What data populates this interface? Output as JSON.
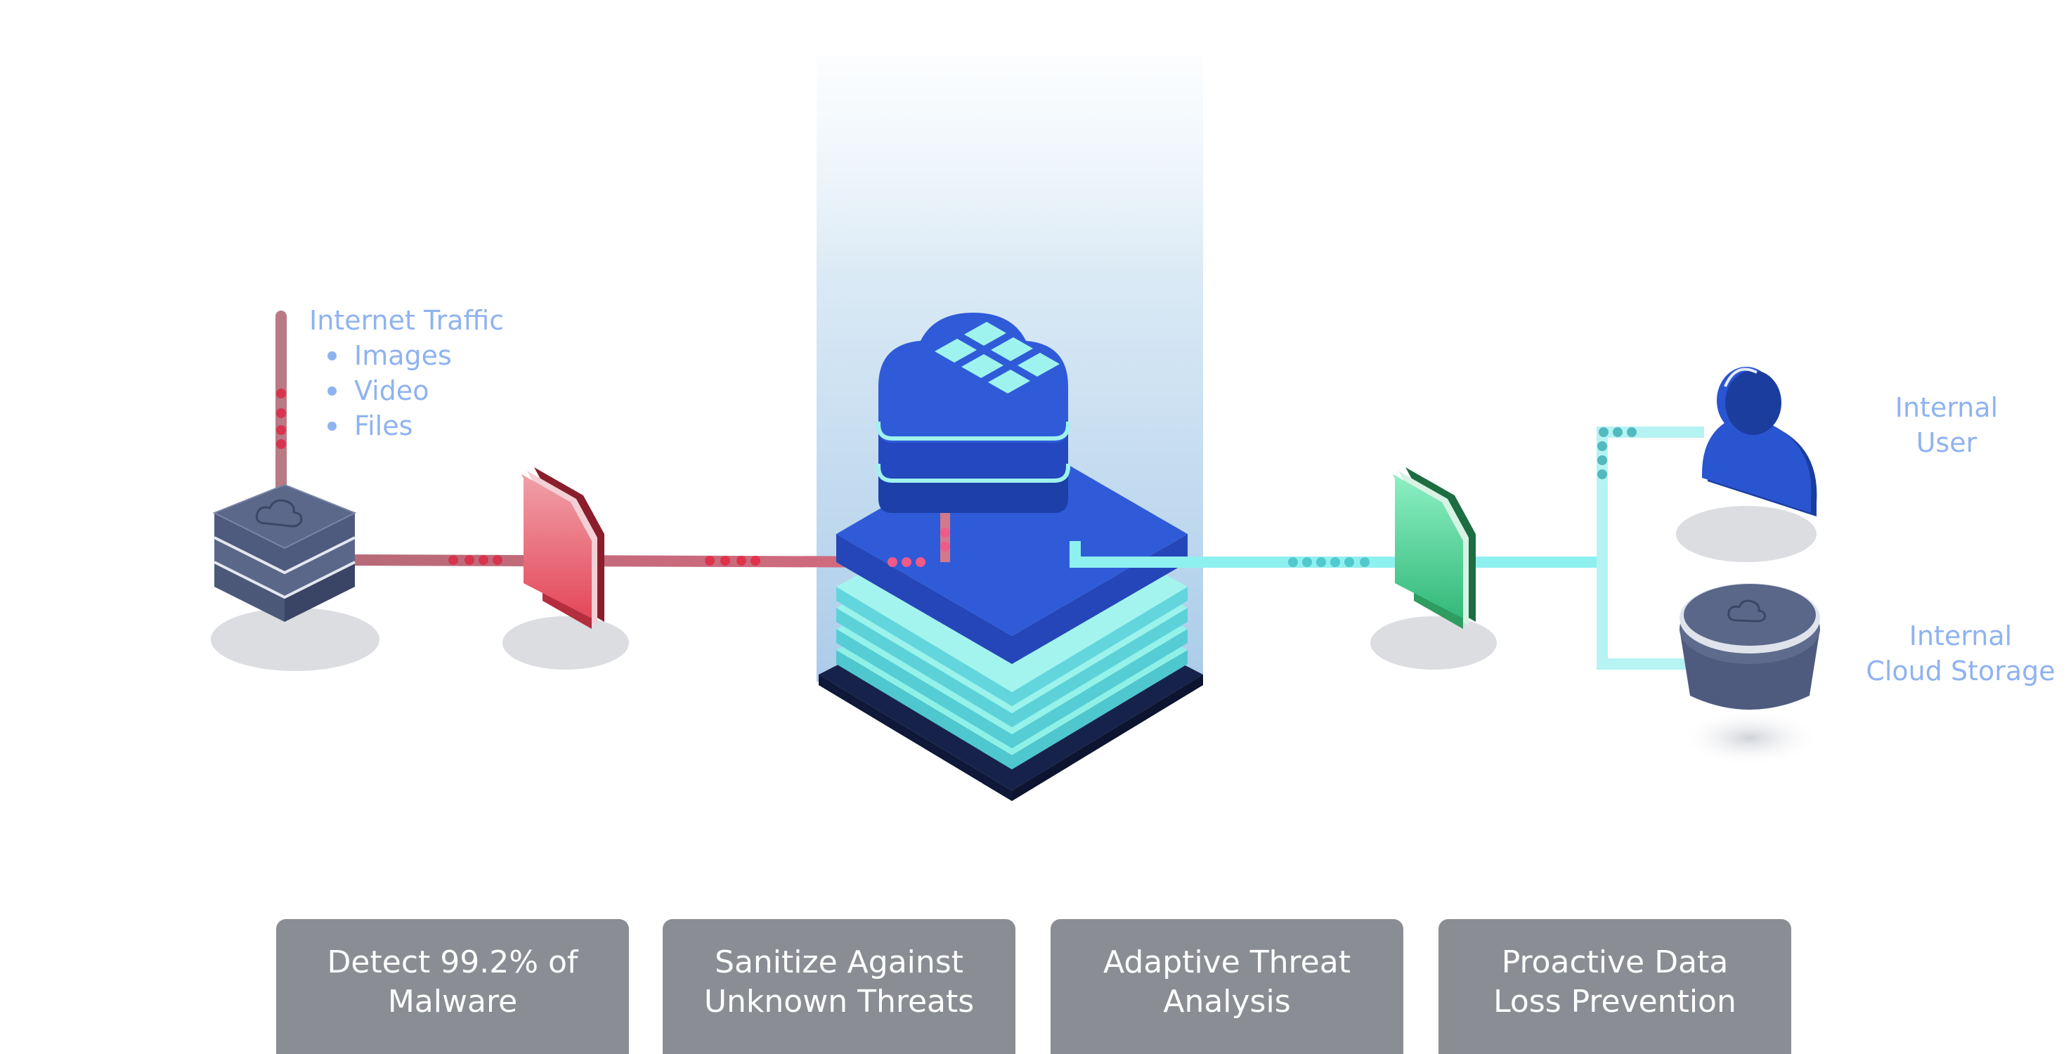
{
  "colors": {
    "threat_red": "#c0414f",
    "clean_cyan": "#8ff0f0",
    "cloud_blue": "#2f5fd9",
    "label_blue": "#8fb3f0",
    "feature_gray": "#8a8d94",
    "node_slate": "#4e5b7e"
  },
  "icons": {
    "source": "cloud-server-icon",
    "inbound_file": "red-document-icon",
    "engine": "cloud-grid-stack-icon",
    "outbound_file": "green-document-icon",
    "user": "user-icon",
    "storage": "cloud-storage-bucket-icon"
  },
  "source": {
    "title": "Internet Traffic",
    "items": [
      "Images",
      "Video",
      "Files"
    ]
  },
  "destinations": {
    "user": {
      "line1": "Internal",
      "line2": "User"
    },
    "storage": {
      "line1": "Internal",
      "line2": "Cloud Storage"
    }
  },
  "features": [
    {
      "text": "Detect 99.2% of\nMalware"
    },
    {
      "text": "Sanitize Against\nUnknown Threats"
    },
    {
      "text": "Adaptive Threat\nAnalysis"
    },
    {
      "text": "Proactive Data\nLoss Prevention"
    }
  ]
}
